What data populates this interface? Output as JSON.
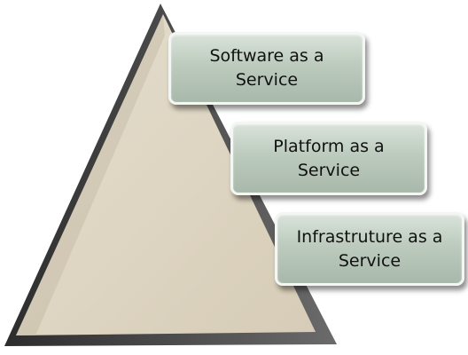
{
  "diagram": {
    "tiers": [
      {
        "label": "Software as a\nService"
      },
      {
        "label": "Platform as a\nService"
      },
      {
        "label": "Infrastruture as a\nService"
      }
    ],
    "colors": {
      "pyramid_fill": "#ded5c3",
      "pyramid_edge": "#4a4a4a",
      "box_fill": "#bccbbd",
      "box_border": "#f4f6f4"
    }
  }
}
